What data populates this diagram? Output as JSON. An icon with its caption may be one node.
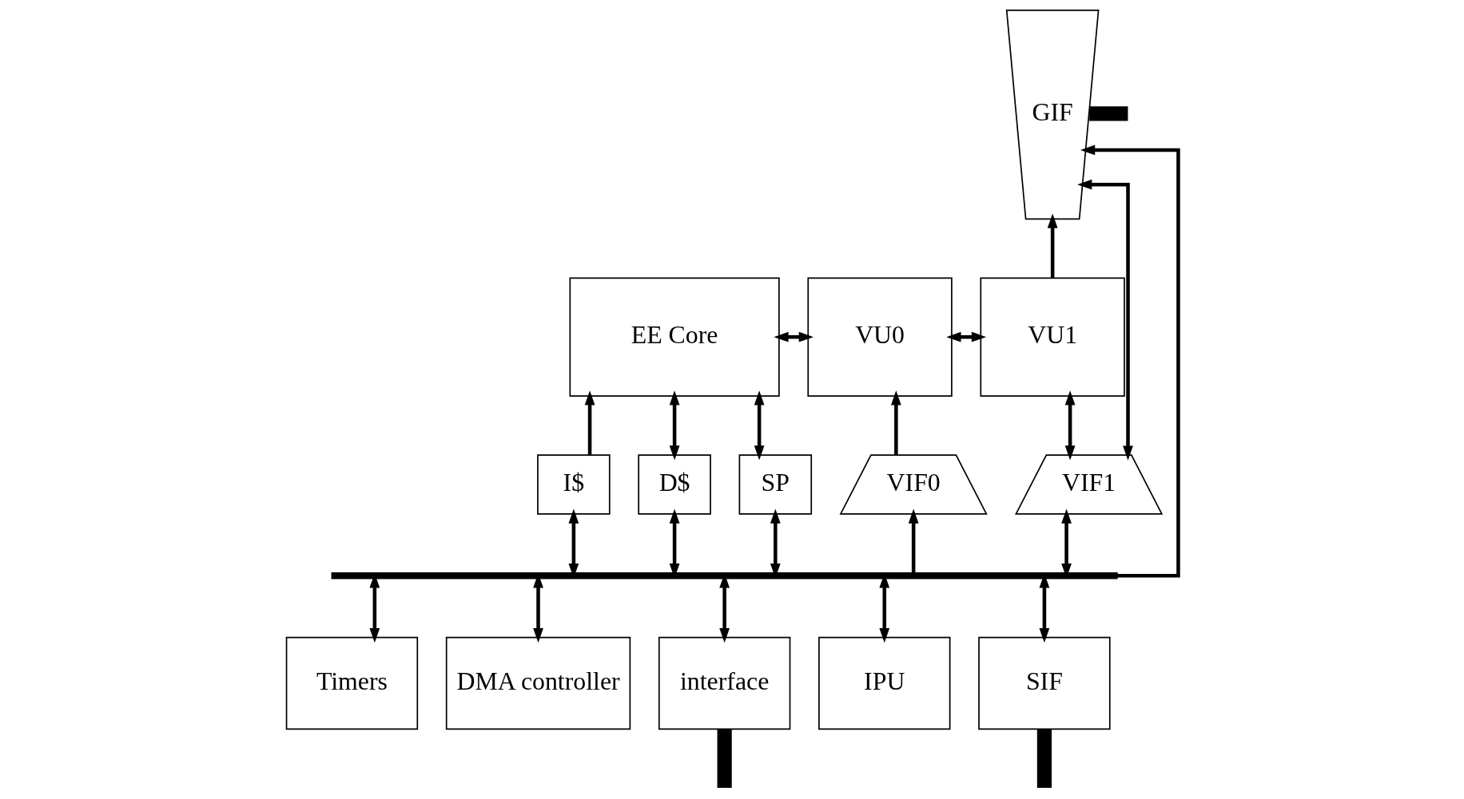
{
  "diagram": {
    "nodes": [
      {
        "text": [
          "EE Core"
        ]
      },
      {
        "text": [
          "VU0"
        ]
      },
      {
        "text": [
          "VU1"
        ]
      },
      {
        "text": [
          "GIF"
        ]
      },
      {
        "text": [
          "I$"
        ]
      },
      {
        "text": [
          "D$"
        ]
      },
      {
        "text": [
          "SP"
        ]
      },
      {
        "text": [
          "VIF0"
        ]
      },
      {
        "text": [
          "VIF1"
        ]
      },
      {
        "text": [],
        "shape": "bar"
      },
      {
        "text": [
          "Timers"
        ]
      },
      {
        "text": [
          "DMA controller"
        ]
      },
      {
        "text": [
          "interface"
        ]
      },
      {
        "text": [
          "IPU"
        ]
      },
      {
        "text": [
          "SIF"
        ]
      }
    ],
    "edges": [
      {
        "from": 0,
        "to": 1,
        "arrow": "both"
      },
      {
        "from": 1,
        "to": 2,
        "arrow": "both"
      },
      {
        "from": 2,
        "to": 3,
        "arrow": "to"
      },
      {
        "from": 4,
        "to": 0,
        "arrow": "to"
      },
      {
        "from": 5,
        "to": 0,
        "arrow": "both"
      },
      {
        "from": 6,
        "to": 0,
        "arrow": "both"
      },
      {
        "from": 7,
        "to": 1,
        "arrow": "to"
      },
      {
        "from": 8,
        "to": 2,
        "arrow": "both"
      },
      {
        "from": 8,
        "to": 3,
        "arrow": "both"
      },
      {
        "from": 9,
        "to": 3,
        "arrow": "to"
      },
      {
        "from": 9,
        "to": 4,
        "arrow": "both"
      },
      {
        "from": 9,
        "to": 5,
        "arrow": "both"
      },
      {
        "from": 9,
        "to": 6,
        "arrow": "both"
      },
      {
        "from": 9,
        "to": 7,
        "arrow": "to"
      },
      {
        "from": 9,
        "to": 8,
        "arrow": "both"
      },
      {
        "from": 10,
        "to": 9,
        "arrow": "both"
      },
      {
        "from": 11,
        "to": 9,
        "arrow": "both"
      },
      {
        "from": 12,
        "to": 9,
        "arrow": "both"
      },
      {
        "from": 13,
        "to": 9,
        "arrow": "both"
      },
      {
        "from": 14,
        "to": 9,
        "arrow": "both"
      },
      {
        "from": 3,
        "to": null,
        "arrow": "none",
        "style": "thick"
      },
      {
        "from": null,
        "to": 12,
        "arrow": "none",
        "style": "thick"
      },
      {
        "from": null,
        "to": 14,
        "arrow": "none",
        "style": "thick"
      }
    ]
  }
}
